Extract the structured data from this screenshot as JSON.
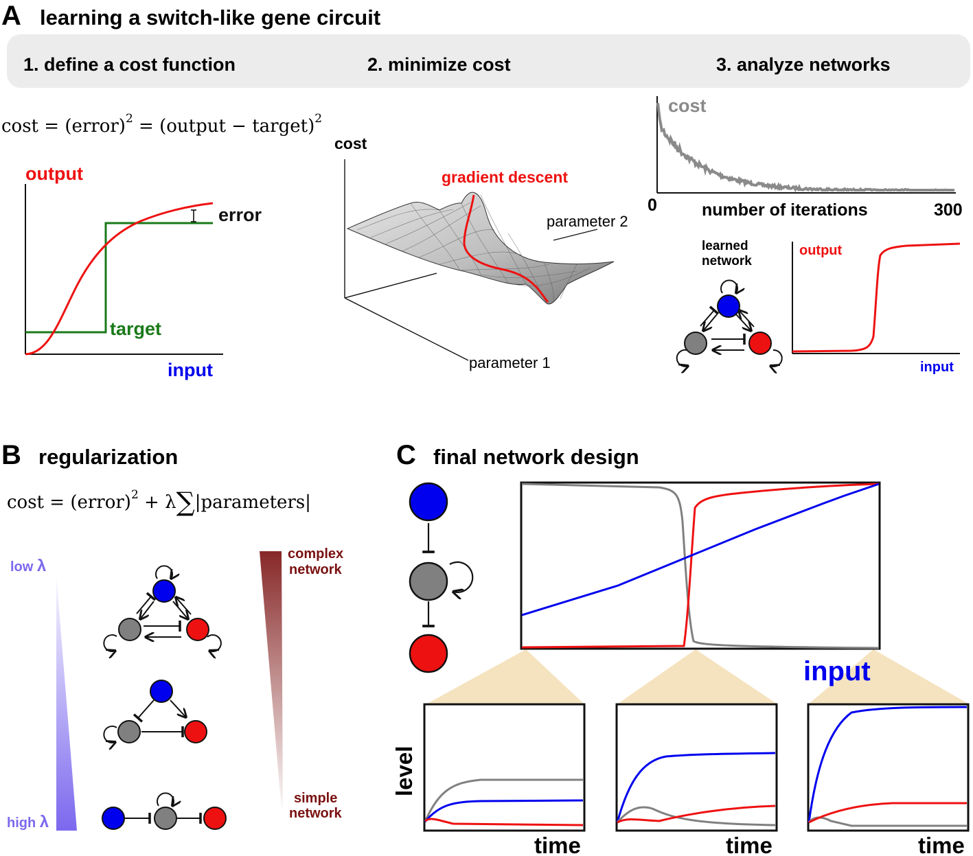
{
  "panels": {
    "a": {
      "letter": "A",
      "title": "learning a switch-like gene circuit"
    },
    "b": {
      "letter": "B",
      "title": "regularization"
    },
    "c": {
      "letter": "C",
      "title": "final network design"
    }
  },
  "steps": [
    "1. define a cost function",
    "2. minimize cost",
    "3. analyze networks"
  ],
  "cost_equation": {
    "left": "cost = (error)",
    "mid": " = (output − target)",
    "exp": "2"
  },
  "reg_equation": {
    "left": "cost = (error)",
    "exp": "2",
    "right": " + λ",
    "sum": "∑",
    "params": "|parameters|"
  },
  "switch_plot": {
    "output_label": "output",
    "error_label": "error",
    "target_label": "target",
    "input_label": "input"
  },
  "landscape": {
    "cost_label": "cost",
    "gradient_label": "gradient descent",
    "param2_label": "parameter 2",
    "param1_label": "parameter 1"
  },
  "cost_curve": {
    "cost_label": "cost",
    "x_start": "0",
    "x_label": "number of iterations",
    "x_end": "300"
  },
  "learned_network": {
    "label_line1": "learned",
    "label_line2": "network",
    "output_label": "output",
    "input_label": "input"
  },
  "lambda_axis": {
    "low_label": "low",
    "high_label": "high",
    "lambda_symbol": "λ",
    "complex_line1": "complex",
    "complex_line2": "network",
    "simple_line1": "simple",
    "simple_line2": "network"
  },
  "final_design": {
    "input_label": "input",
    "level_label": "level",
    "time_label": "time"
  },
  "colors": {
    "red": "#ee1111",
    "blue": "#0000ee",
    "gray": "#808080",
    "green": "#1a7a1a",
    "dark_red": "#7a1010",
    "lambda_purple": "#7b68ee",
    "zoom_tan": "#f5e3bf",
    "step_bar": "#ececec"
  }
}
